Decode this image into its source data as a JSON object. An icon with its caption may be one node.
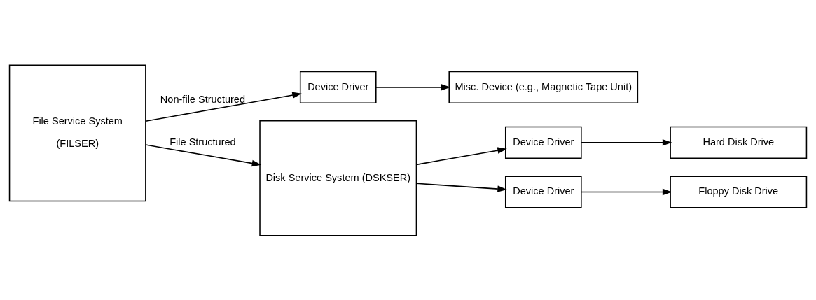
{
  "diagram": {
    "nodes": [
      {
        "text": [
          "File Service System",
          "(FILSER)"
        ]
      },
      {
        "text": [
          "Device Driver"
        ]
      },
      {
        "text": [
          "Misc. Device (e.g., Magnetic Tape Unit)"
        ]
      },
      {
        "text": [
          "Disk Service System (DSKSER)"
        ]
      },
      {
        "text": [
          "Device Driver"
        ]
      },
      {
        "text": [
          "Hard Disk Drive"
        ]
      },
      {
        "text": [
          "Device Driver"
        ]
      },
      {
        "text": [
          "Floppy Disk Drive"
        ]
      }
    ],
    "edges": [
      {
        "from": 0,
        "to": 1,
        "arrow": "to",
        "label": "Non-file Structured"
      },
      {
        "from": 1,
        "to": 2,
        "arrow": "to"
      },
      {
        "from": 0,
        "to": 3,
        "arrow": "to",
        "label": "File Structured"
      },
      {
        "from": 3,
        "to": 4,
        "arrow": "to"
      },
      {
        "from": 4,
        "to": 5,
        "arrow": "to"
      },
      {
        "from": 3,
        "to": 6,
        "arrow": "to"
      },
      {
        "from": 6,
        "to": 7,
        "arrow": "to"
      }
    ]
  }
}
